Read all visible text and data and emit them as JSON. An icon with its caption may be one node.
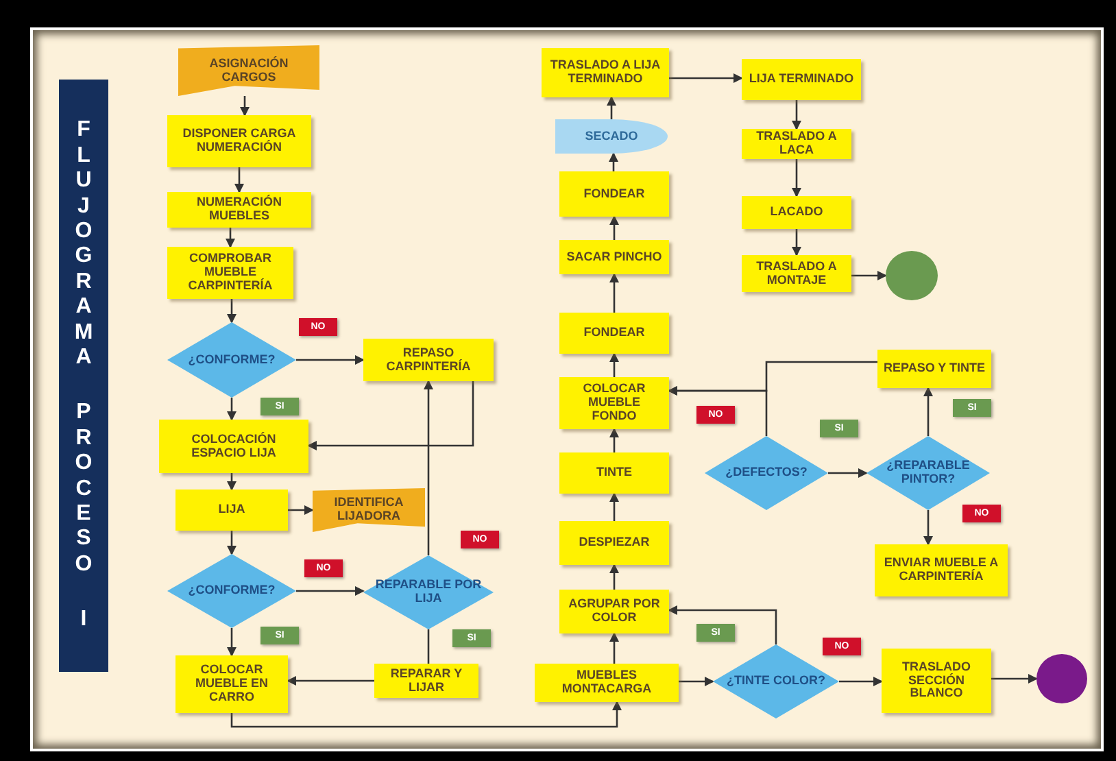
{
  "diagram": {
    "title": "FLUJOGRAMA PROCESO I",
    "nodes": [
      {
        "text": [
          "ASIGNACIÓN CARGOS"
        ]
      },
      {
        "text": [
          "DISPONER CARGA NUMERACIÓN"
        ]
      },
      {
        "text": [
          "NUMERACIÓN MUEBLES"
        ]
      },
      {
        "text": [
          "COMPROBAR MUEBLE CARPINTERÍA"
        ]
      },
      {
        "text": [
          "¿CONFORME?"
        ]
      },
      {
        "text": [
          "REPASO CARPINTERÍA"
        ]
      },
      {
        "text": [
          "COLOCACIÓN ESPACIO LIJA"
        ]
      },
      {
        "text": [
          "LIJA"
        ]
      },
      {
        "text": [
          "IDENTIFICA LIJADORA"
        ]
      },
      {
        "text": [
          "¿CONFORME?"
        ]
      },
      {
        "text": [
          "REPARABLE POR LIJA"
        ]
      },
      {
        "text": [
          "COLOCAR MUEBLE EN CARRO"
        ]
      },
      {
        "text": [
          "REPARAR Y LIJAR"
        ]
      },
      {
        "text": [
          "TRASLADO A LIJA TERMINADO"
        ]
      },
      {
        "text": [
          "LIJA TERMINADO"
        ]
      },
      {
        "text": [
          "SECADO"
        ]
      },
      {
        "text": [
          "FONDEAR"
        ]
      },
      {
        "text": [
          "SACAR PINCHO"
        ]
      },
      {
        "text": [
          "FONDEAR"
        ]
      },
      {
        "text": [
          "COLOCAR MUEBLE FONDO"
        ]
      },
      {
        "text": [
          "TINTE"
        ]
      },
      {
        "text": [
          "DESPIEZAR"
        ]
      },
      {
        "text": [
          "AGRUPAR POR COLOR"
        ]
      },
      {
        "text": [
          "MUEBLES MONTACARGA"
        ]
      },
      {
        "text": [
          "TRASLADO A LACA"
        ]
      },
      {
        "text": [
          "LACADO"
        ]
      },
      {
        "text": [
          "TRASLADO A MONTAJE"
        ]
      },
      {
        "text": [],
        "shape": "circle"
      },
      {
        "text": [
          "REPASO Y TINTE"
        ]
      },
      {
        "text": [
          "¿DEFECTOS?"
        ]
      },
      {
        "text": [
          "¿REPARABLE PINTOR?"
        ]
      },
      {
        "text": [
          "ENVIAR MUEBLE A CARPINTERÍA"
        ]
      },
      {
        "text": [
          "¿TINTE COLOR?"
        ]
      },
      {
        "text": [
          "TRASLADO SECCIÓN BLANCO"
        ]
      },
      {
        "text": [],
        "shape": "circle"
      }
    ],
    "edges": [
      {
        "from": 0,
        "to": 1,
        "arrow": "to"
      },
      {
        "from": 1,
        "to": 2,
        "arrow": "to"
      },
      {
        "from": 2,
        "to": 3,
        "arrow": "to"
      },
      {
        "from": 3,
        "to": 4,
        "arrow": "to"
      },
      {
        "from": 4,
        "to": 5,
        "arrow": "to",
        "label": "NO"
      },
      {
        "from": 4,
        "to": 6,
        "arrow": "to",
        "label": "SI"
      },
      {
        "from": 5,
        "to": 6,
        "arrow": "to"
      },
      {
        "from": 6,
        "to": 7,
        "arrow": "to"
      },
      {
        "from": 7,
        "to": 8,
        "arrow": "to"
      },
      {
        "from": 7,
        "to": 9,
        "arrow": "to"
      },
      {
        "from": 9,
        "to": 10,
        "arrow": "to",
        "label": "NO"
      },
      {
        "from": 10,
        "to": 5,
        "arrow": "to",
        "label": "NO"
      },
      {
        "from": 10,
        "to": 12,
        "arrow": "none",
        "label": "SI"
      },
      {
        "from": 9,
        "to": 11,
        "arrow": "to",
        "label": "SI"
      },
      {
        "from": 12,
        "to": 11,
        "arrow": "to"
      },
      {
        "from": 11,
        "to": 23,
        "arrow": "to"
      },
      {
        "from": 23,
        "to": 22,
        "arrow": "to"
      },
      {
        "from": 22,
        "to": 21,
        "arrow": "to"
      },
      {
        "from": 21,
        "to": 20,
        "arrow": "to"
      },
      {
        "from": 20,
        "to": 19,
        "arrow": "to"
      },
      {
        "from": 19,
        "to": 18,
        "arrow": "to"
      },
      {
        "from": 18,
        "to": 17,
        "arrow": "to"
      },
      {
        "from": 17,
        "to": 16,
        "arrow": "to"
      },
      {
        "from": 16,
        "to": 15,
        "arrow": "to"
      },
      {
        "from": 15,
        "to": 13,
        "arrow": "to"
      },
      {
        "from": 13,
        "to": 14,
        "arrow": "to"
      },
      {
        "from": 14,
        "to": 24,
        "arrow": "to"
      },
      {
        "from": 24,
        "to": 25,
        "arrow": "to"
      },
      {
        "from": 25,
        "to": 26,
        "arrow": "to"
      },
      {
        "from": 26,
        "to": 27,
        "arrow": "to"
      },
      {
        "from": 23,
        "to": 32,
        "arrow": "to"
      },
      {
        "from": 32,
        "to": 22,
        "arrow": "to",
        "label": "SI"
      },
      {
        "from": 32,
        "to": 33,
        "arrow": "to",
        "label": "NO"
      },
      {
        "from": 33,
        "to": 34,
        "arrow": "to"
      },
      {
        "from": 29,
        "to": 19,
        "arrow": "to",
        "label": "NO"
      },
      {
        "from": 29,
        "to": 30,
        "arrow": "to",
        "label": "SI"
      },
      {
        "from": 30,
        "to": 28,
        "arrow": "to",
        "label": "SI"
      },
      {
        "from": 30,
        "to": 31,
        "arrow": "to",
        "label": "NO"
      },
      {
        "from": 28,
        "to": 19,
        "arrow": "to"
      }
    ]
  }
}
